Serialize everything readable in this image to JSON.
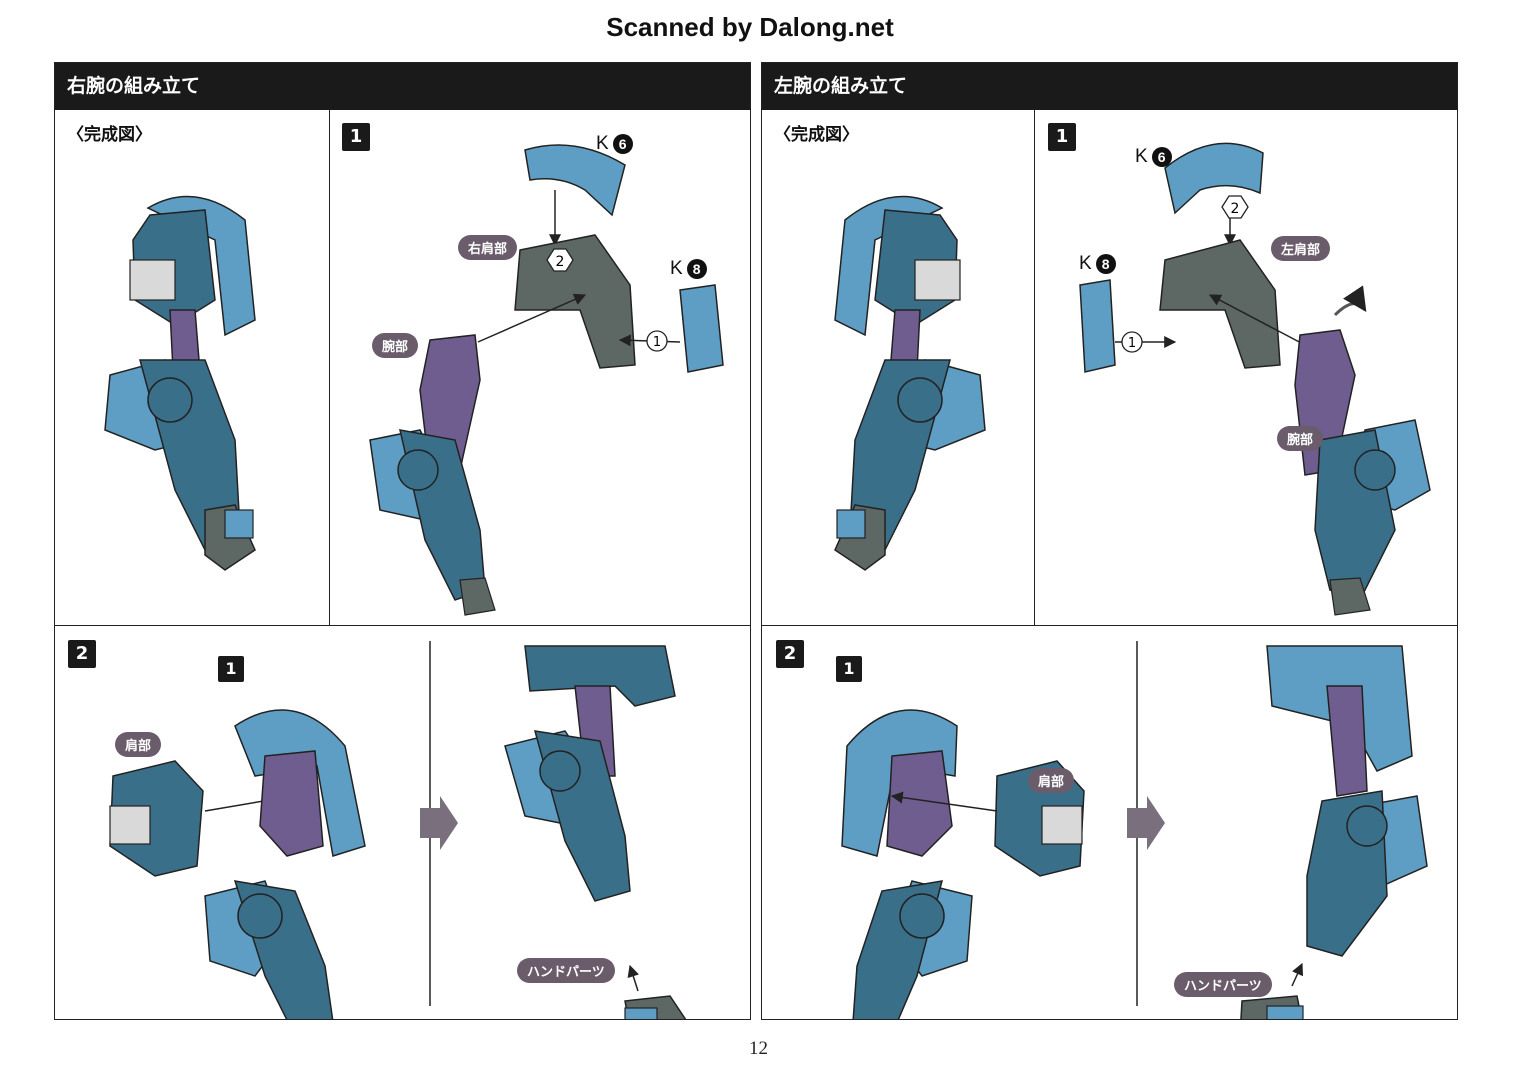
{
  "scan_credit": "Scanned by Dalong.net",
  "page_number": "12",
  "colors": {
    "armor_light": "#5e9ec4",
    "armor_dark": "#3a6f8a",
    "frame_purple": "#6f5d8f",
    "shoulder_gray": "#5d6763",
    "pill_bg": "#6a5c6a",
    "header_bg": "#1a1a1a"
  },
  "sections": [
    {
      "title": "右腕の組み立て",
      "completed_label": "〈完成図〉",
      "step1": {
        "number": "1",
        "labels": {
          "shoulder": "右肩部",
          "arm": "腕部"
        },
        "parts": [
          {
            "prefix": "K",
            "num": "6"
          },
          {
            "prefix": "K",
            "num": "8"
          }
        ],
        "order": [
          "2",
          "1"
        ]
      },
      "step2": {
        "number": "2",
        "sub_number": "1",
        "labels": {
          "shoulder": "肩部",
          "hand": "ハンドパーツ"
        }
      }
    },
    {
      "title": "左腕の組み立て",
      "completed_label": "〈完成図〉",
      "step1": {
        "number": "1",
        "labels": {
          "shoulder": "左肩部",
          "arm": "腕部"
        },
        "parts": [
          {
            "prefix": "K",
            "num": "6"
          },
          {
            "prefix": "K",
            "num": "8"
          }
        ],
        "order": [
          "2",
          "1"
        ]
      },
      "step2": {
        "number": "2",
        "sub_number": "1",
        "labels": {
          "shoulder": "肩部",
          "hand": "ハンドパーツ"
        }
      }
    }
  ]
}
